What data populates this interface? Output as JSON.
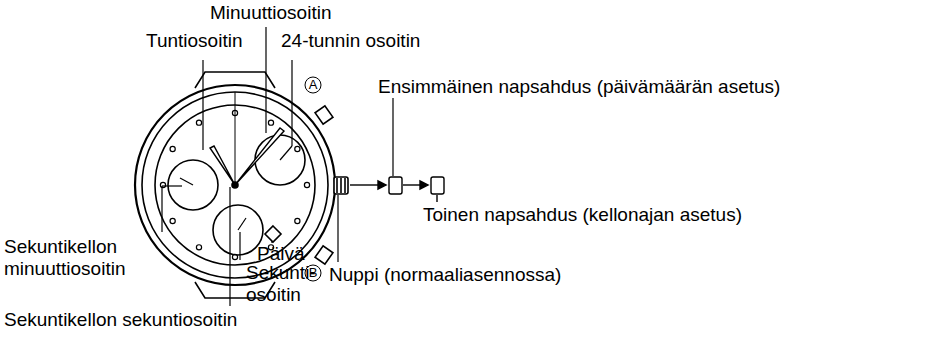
{
  "diagram": {
    "labels": [
      "Minuuttiosoitin",
      "Tuntiosoitin",
      "24-tunnin osoitin",
      "A",
      "Ensimmäinen napsahdus (päivämäärän asetus)",
      "Toinen napsahdus (kellonajan asetus)",
      "B",
      "Päivä",
      "Sekuntikellon minuuttiosoitin",
      "Sekunti- osoitin",
      "Nuppi (normaaliasennossa)",
      "Sekuntikellon sekuntiosoitin"
    ]
  }
}
